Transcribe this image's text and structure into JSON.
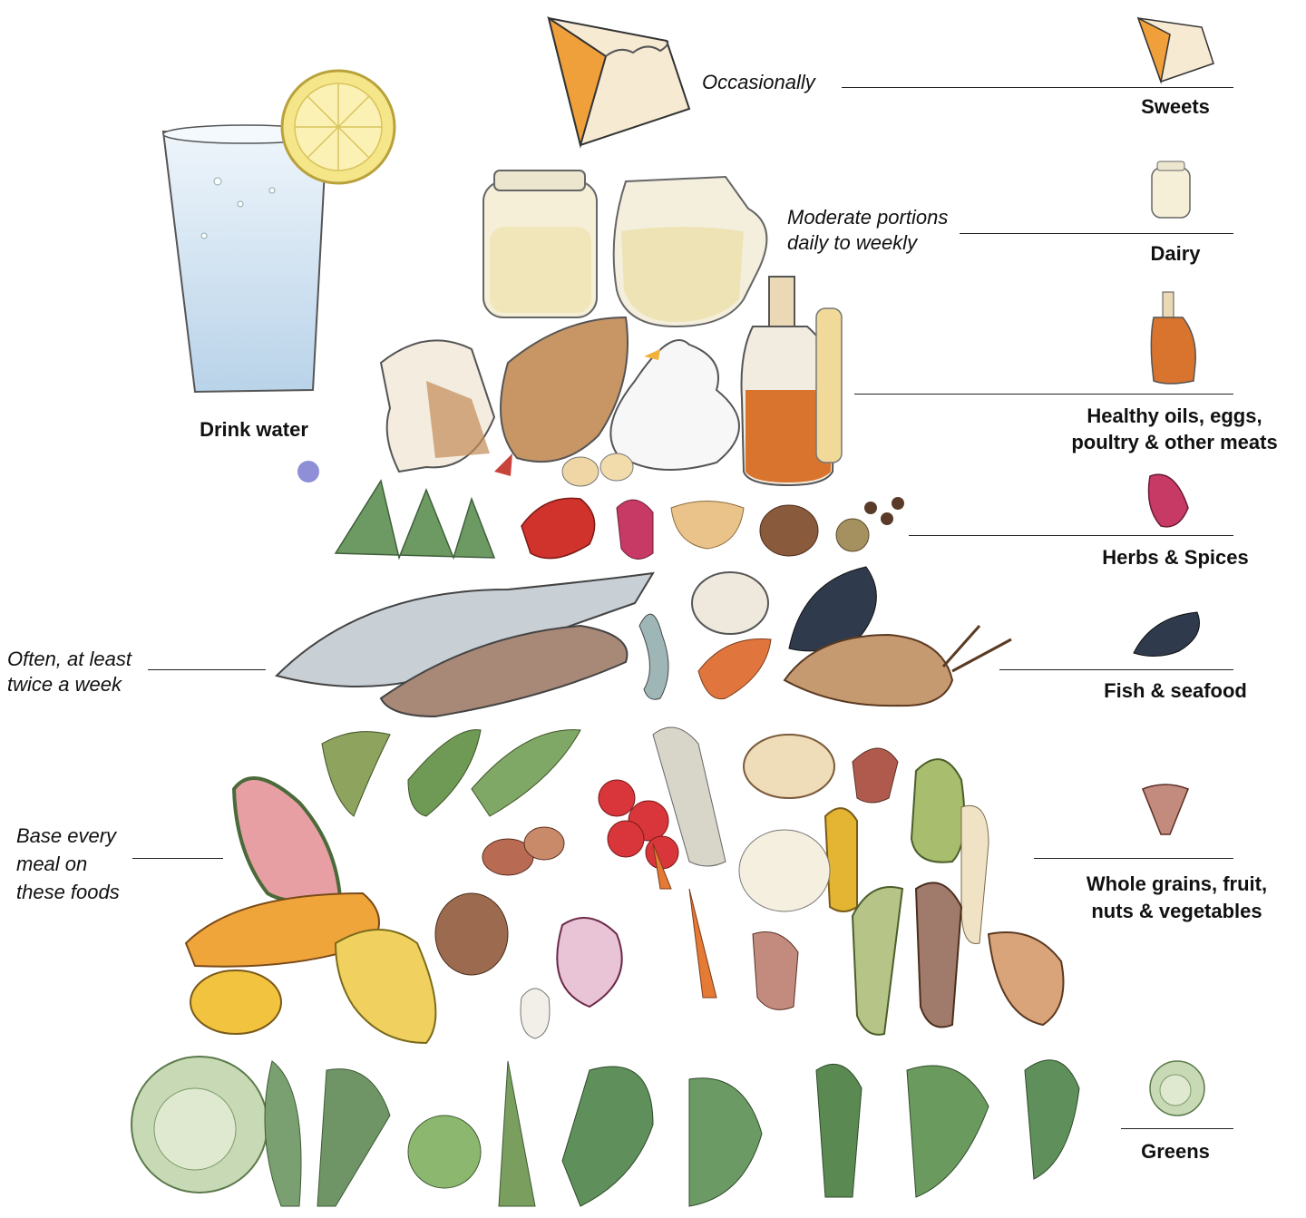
{
  "frequency_notes": {
    "occasionally": "Occasionally",
    "moderate_line1": "Moderate portions",
    "moderate_line2": "daily to weekly",
    "often_line1": "Often, at least",
    "often_line2": "twice a week",
    "base_line1": "Base every",
    "base_line2": "meal on",
    "base_line3": "these foods"
  },
  "water_label": "Drink water",
  "categories": {
    "sweets": "Sweets",
    "dairy": "Dairy",
    "oils_line1": "Healthy oils, eggs,",
    "oils_line2": "poultry & other meats",
    "herbs": "Herbs & Spices",
    "fish": "Fish & seafood",
    "grains_line1": "Whole grains, fruit,",
    "grains_line2": "nuts & vegetables",
    "greens": "Greens"
  },
  "palette": {
    "water": "#c9dcec",
    "lemon": "#f3e27a",
    "cake": "#f1a23a",
    "dairy": "#efe6c4",
    "oil": "#d8742e",
    "meat": "#b98656",
    "herbs": "#5f8f5a",
    "fish": "#9aa4ad",
    "fruit": "#e0b54a",
    "greens": "#6f9c67"
  }
}
